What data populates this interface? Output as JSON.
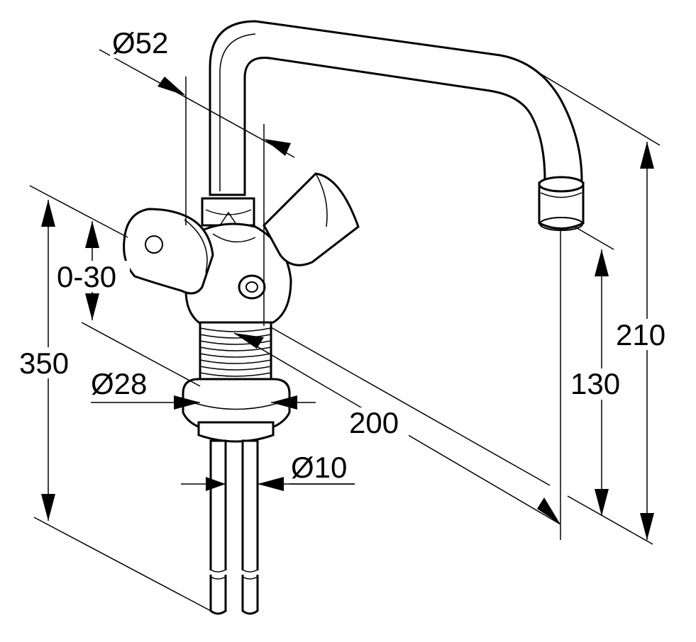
{
  "dimensions": {
    "d52": "Ø52",
    "range_0_30": "0-30",
    "h350": "350",
    "d28": "Ø28",
    "reach200": "200",
    "d10": "Ø10",
    "h130": "130",
    "h210": "210"
  }
}
